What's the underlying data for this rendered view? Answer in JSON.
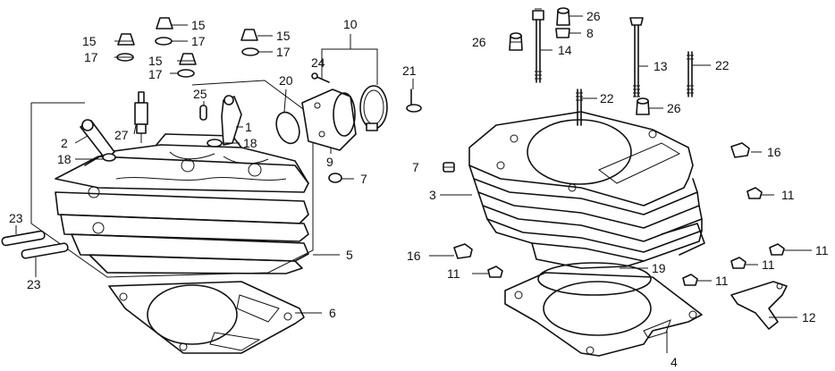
{
  "callouts": {
    "c1": "1",
    "c2": "2",
    "c3": "3",
    "c4": "4",
    "c5": "5",
    "c6": "6",
    "c7a": "7",
    "c7b": "7",
    "c8": "8",
    "c9": "9",
    "c10": "10",
    "c11a": "11",
    "c11b": "11",
    "c11c": "11",
    "c11d": "11",
    "c11e": "11",
    "c12": "12",
    "c13": "13",
    "c14": "14",
    "c15a": "15",
    "c15b": "15",
    "c15c": "15",
    "c15d": "15",
    "c16a": "16",
    "c16b": "16",
    "c17a": "17",
    "c17b": "17",
    "c17c": "17",
    "c17d": "17",
    "c18a": "18",
    "c18b": "18",
    "c19": "19",
    "c20": "20",
    "c21": "21",
    "c22a": "22",
    "c22b": "22",
    "c23a": "23",
    "c23b": "23",
    "c24": "24",
    "c25": "25",
    "c26a": "26",
    "c26b": "26",
    "c26c": "26",
    "c27": "27"
  }
}
